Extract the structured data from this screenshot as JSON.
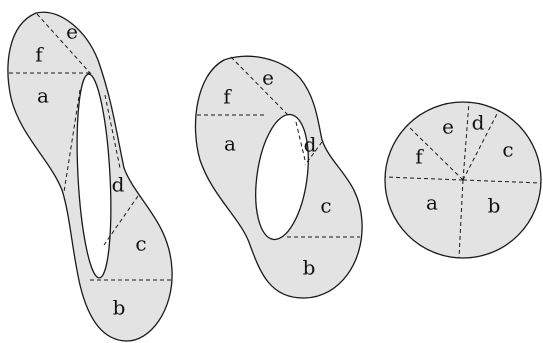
{
  "figures": [
    {
      "id": "left",
      "labels": {
        "a": "a",
        "b": "b",
        "c": "c",
        "d": "d",
        "e": "e",
        "f": "f"
      }
    },
    {
      "id": "middle",
      "labels": {
        "a": "a",
        "b": "b",
        "c": "c",
        "d": "d",
        "e": "e",
        "f": "f"
      }
    },
    {
      "id": "right",
      "labels": {
        "a": "a",
        "b": "b",
        "c": "c",
        "d": "d",
        "e": "e",
        "f": "f"
      }
    }
  ],
  "colors": {
    "fill": "#e3e3e3",
    "stroke": "#1a1a1a",
    "background": "#ffffff"
  }
}
